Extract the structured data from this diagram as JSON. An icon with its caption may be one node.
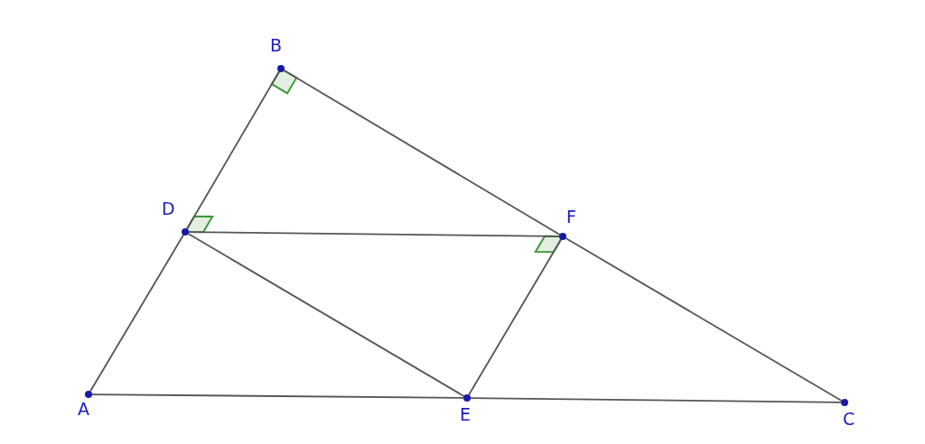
{
  "diagram": {
    "nodes": [
      {
        "text": [
          "B"
        ]
      },
      {
        "text": [
          "D"
        ]
      },
      {
        "text": [
          "F"
        ]
      },
      {
        "text": [
          "A"
        ]
      },
      {
        "text": [
          "E"
        ]
      },
      {
        "text": [
          "C"
        ]
      }
    ],
    "edges": [
      {
        "from": 3,
        "to": 1,
        "arrow": "none"
      },
      {
        "from": 1,
        "to": 0,
        "arrow": "none"
      },
      {
        "from": 0,
        "to": 2,
        "arrow": "none"
      },
      {
        "from": 2,
        "to": 5,
        "arrow": "none"
      },
      {
        "from": 3,
        "to": 4,
        "arrow": "none"
      },
      {
        "from": 4,
        "to": 5,
        "arrow": "none"
      },
      {
        "from": 1,
        "to": 2,
        "arrow": "none"
      },
      {
        "from": 1,
        "to": 4,
        "arrow": "none"
      },
      {
        "from": 4,
        "to": 2,
        "arrow": "none"
      }
    ]
  }
}
